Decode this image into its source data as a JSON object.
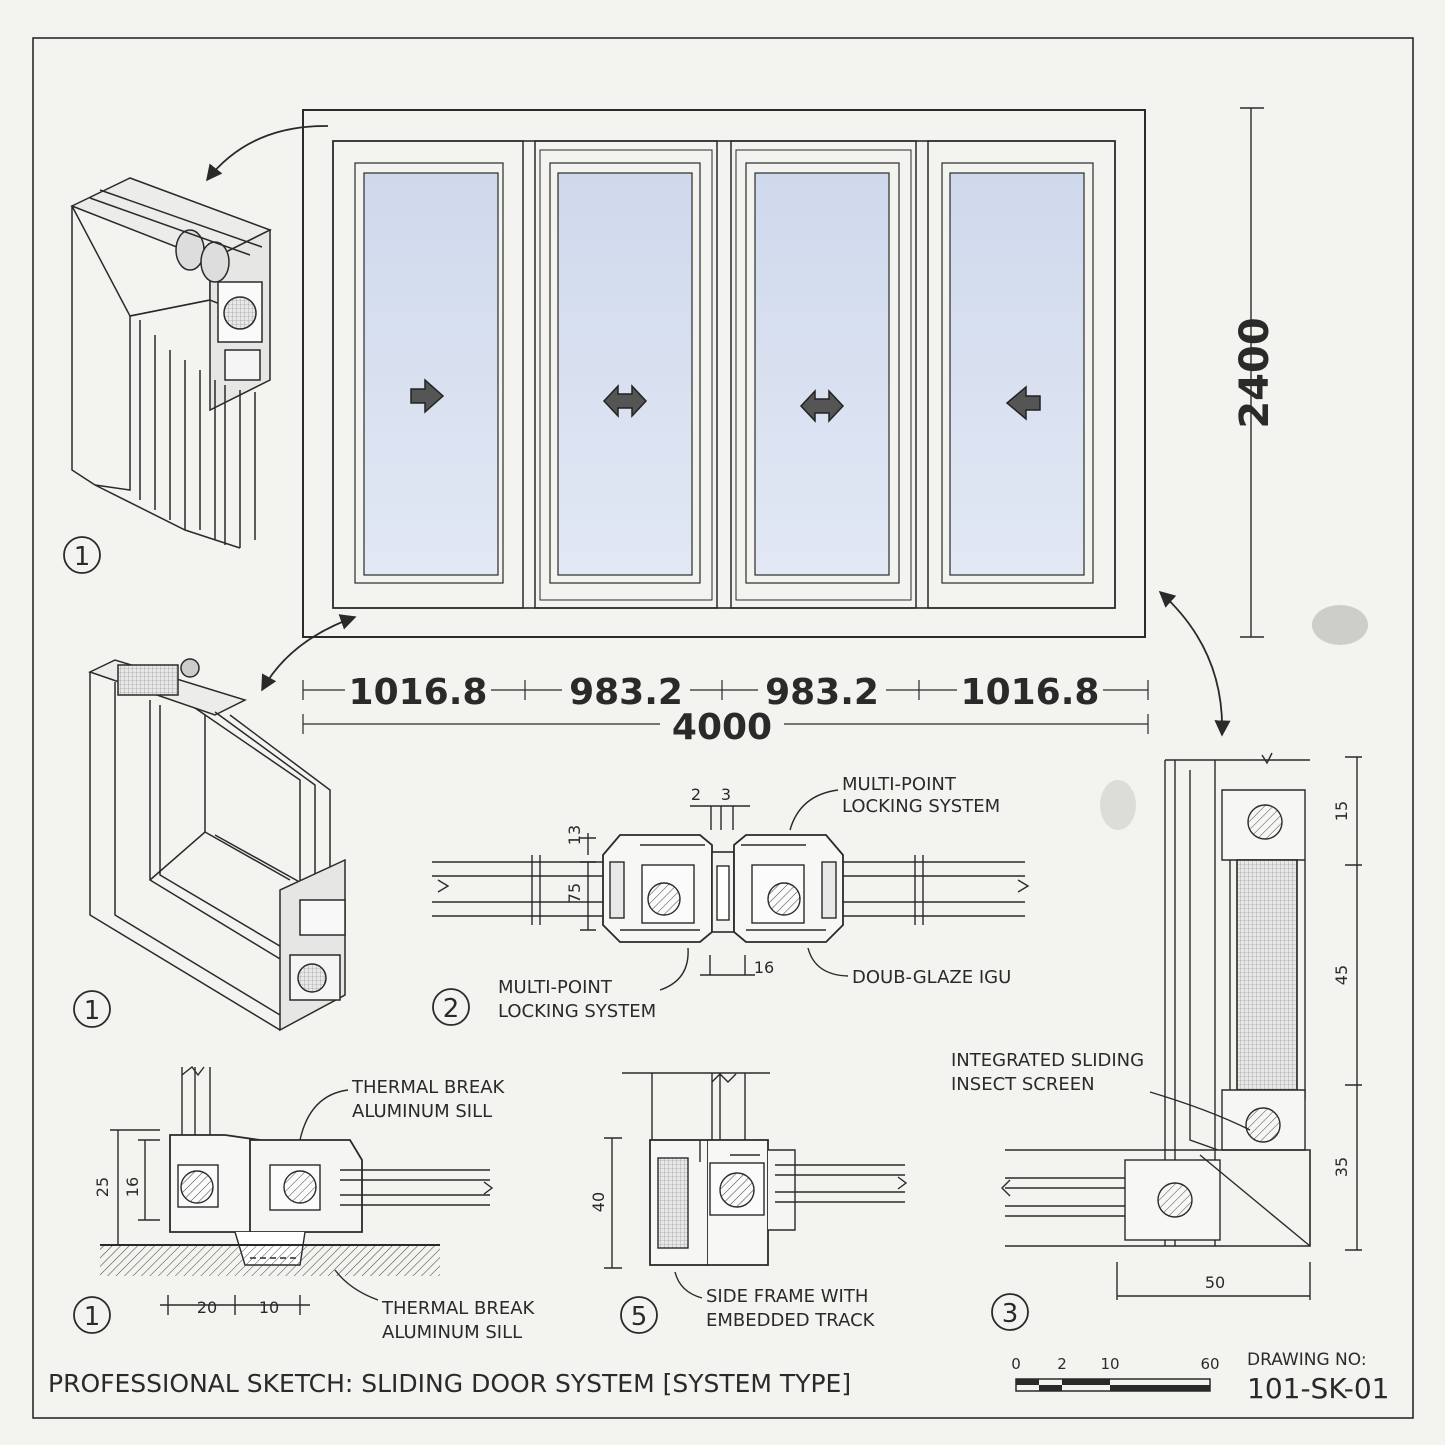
{
  "title": "PROFESSIONAL SKETCH: SLIDING DOOR SYSTEM [SYSTEM TYPE]",
  "drawing_no_label": "DRAWING NO:",
  "drawing_no": "101-SK-01",
  "elevation": {
    "height": "2400",
    "panel_widths": [
      "1016.8",
      "983.2",
      "983.2",
      "1016.8"
    ],
    "total_width": "4000"
  },
  "scale_bar": [
    "0",
    "2",
    "10",
    "60"
  ],
  "callouts": {
    "c1": "1",
    "c2": "1",
    "c3": "2",
    "c4": "1",
    "c5": "5",
    "c6": "3"
  },
  "detail_2": {
    "dims": [
      "2",
      "3",
      "13",
      "75",
      "16"
    ],
    "labels": {
      "top_line1": "MULTI-POINT",
      "top_line2": "LOCKING SYSTEM",
      "bottom_line1": "MULTI-POINT",
      "bottom_line2": "LOCKING SYSTEM",
      "igu": "DOUB-GLAZE IGU"
    }
  },
  "detail_sill": {
    "dims": [
      "25",
      "16",
      "20",
      "10"
    ],
    "top_line1": "THERMAL BREAK",
    "top_line2": "ALUMINUM SILL",
    "bot_line1": "THERMAL BREAK",
    "bot_line2": "ALUMINUM SILL"
  },
  "detail_5": {
    "dims": [
      "40"
    ],
    "line1": "SIDE FRAME WITH",
    "line2": "EMBEDDED TRACK"
  },
  "detail_3": {
    "dims": [
      "15",
      "45",
      "35",
      "50"
    ],
    "line1": "INTEGRATED SLIDING",
    "line2": "INSECT SCREEN"
  }
}
